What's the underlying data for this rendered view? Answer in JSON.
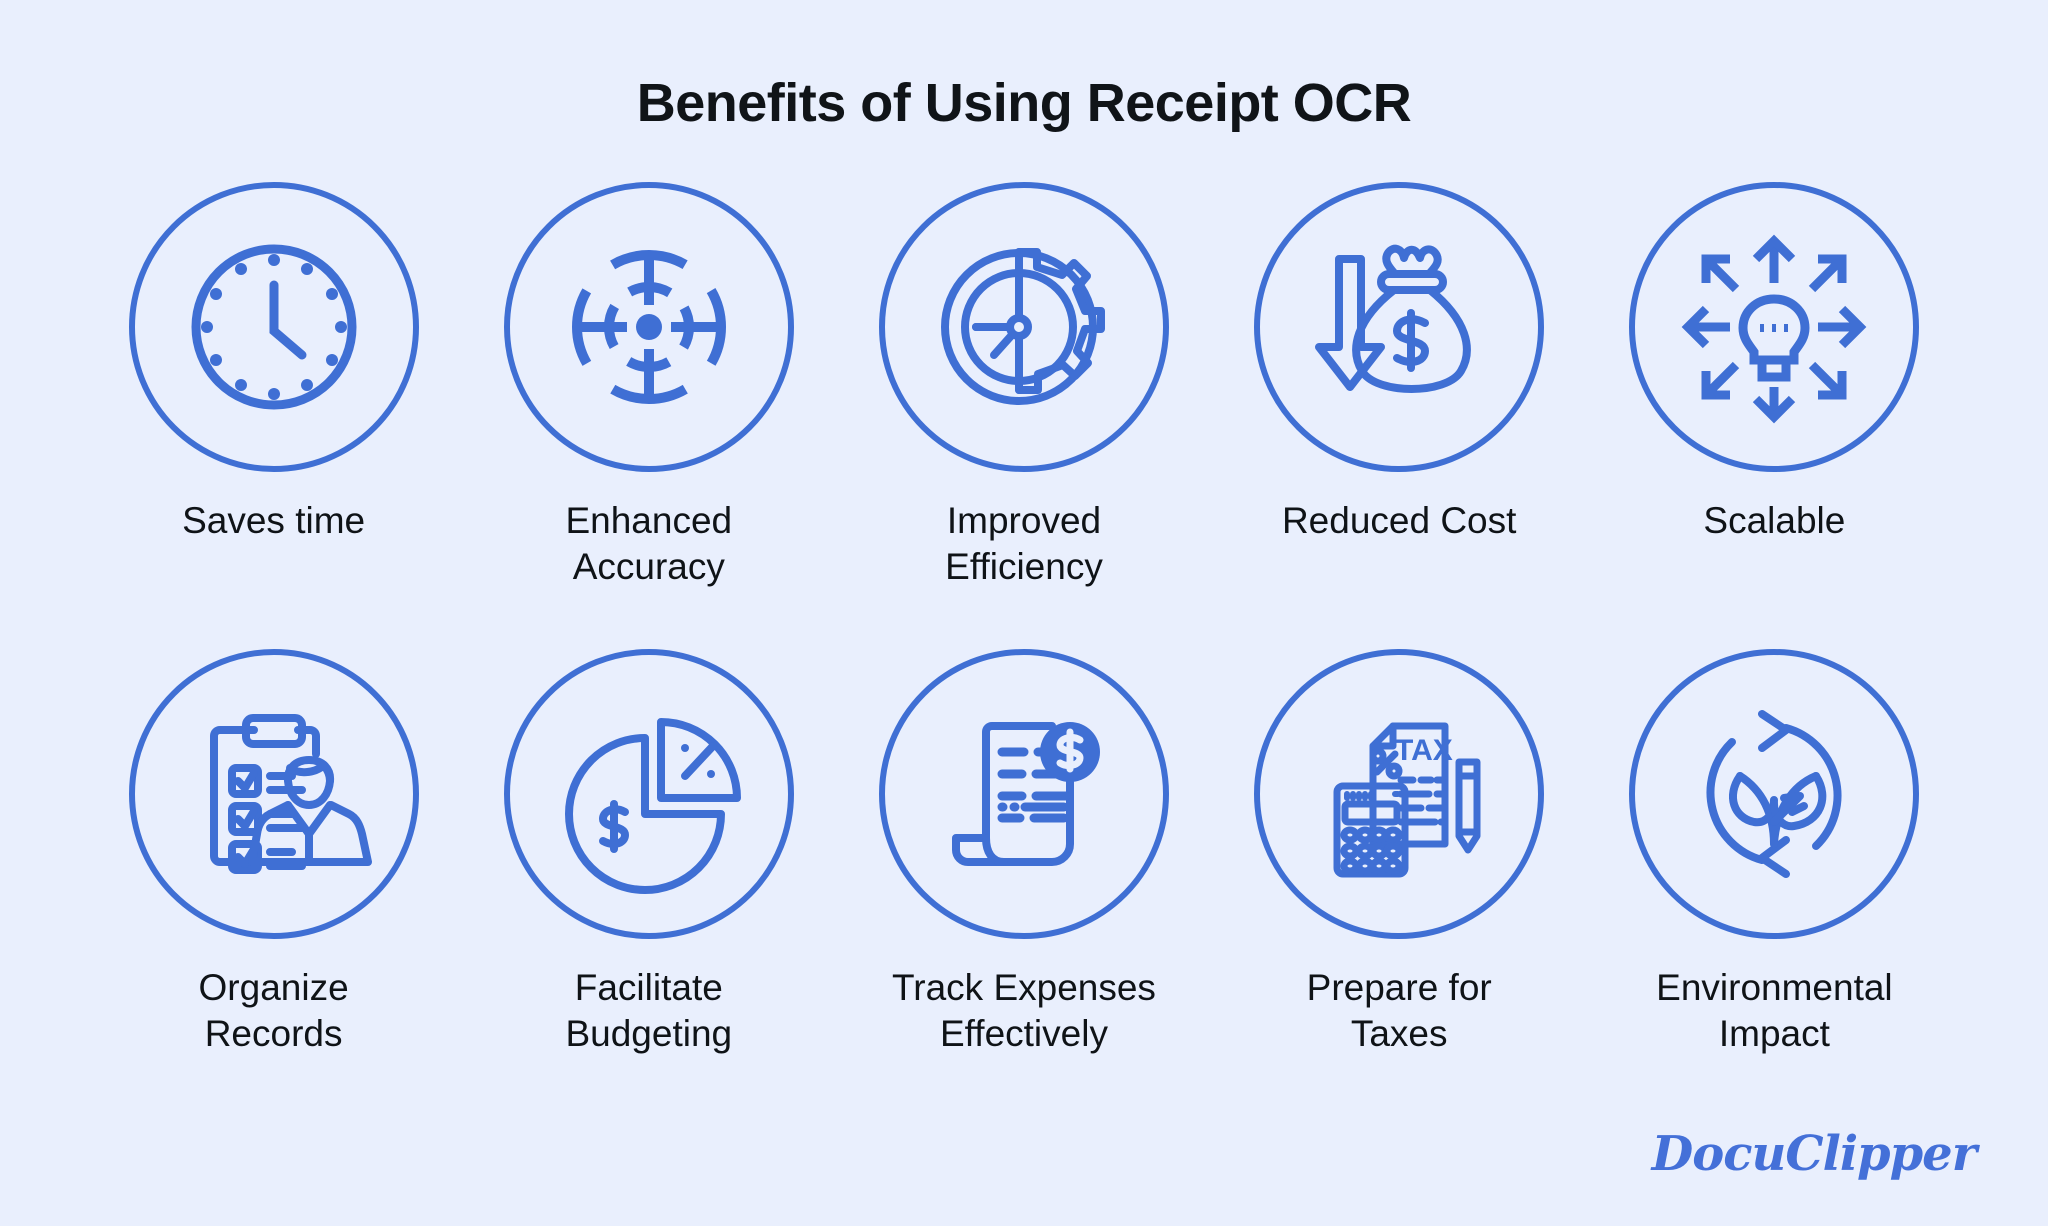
{
  "header": {
    "title": "Benefits of Using Receipt OCR"
  },
  "theme": {
    "background": "#e9effd",
    "accent": "#3f6fd4",
    "title_color": "#101418",
    "label_color": "#0f1317"
  },
  "brand": {
    "logo_text": "DocuClipper"
  },
  "benefits": [
    {
      "label": "Saves time",
      "icon": "clock-icon"
    },
    {
      "label": "Enhanced\nAccuracy",
      "icon": "target-crosshair-icon"
    },
    {
      "label": "Improved\nEfficiency",
      "icon": "clock-gear-icon"
    },
    {
      "label": "Reduced Cost",
      "icon": "money-bag-down-arrow-icon"
    },
    {
      "label": "Scalable",
      "icon": "lightbulb-expand-arrows-icon"
    },
    {
      "label": "Organize\nRecords",
      "icon": "clipboard-person-icon"
    },
    {
      "label": "Facilitate\nBudgeting",
      "icon": "pie-chart-dollar-percent-icon"
    },
    {
      "label": "Track Expenses\nEffectively",
      "icon": "receipt-dollar-badge-icon"
    },
    {
      "label": "Prepare for\nTaxes",
      "icon": "tax-document-calculator-icon"
    },
    {
      "label": "Environmental\nImpact",
      "icon": "recycle-plant-icon"
    }
  ]
}
